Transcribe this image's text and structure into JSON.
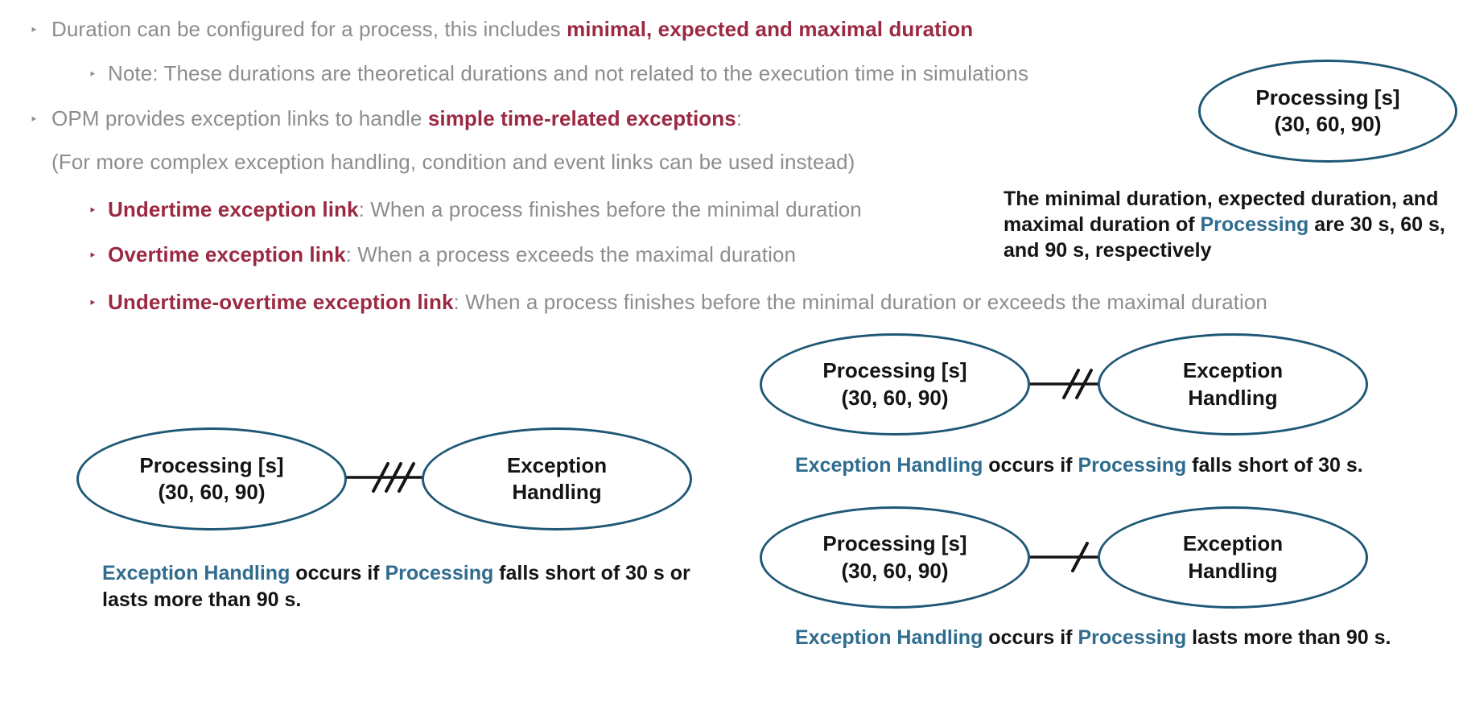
{
  "colors": {
    "gray": "#8d8d8d",
    "red": "#9b2942",
    "black": "#141414",
    "blue": "#2f6c8e",
    "ellipse_border": "#1f5876",
    "link": "#141414"
  },
  "bullets": {
    "marker_glyph": "‣",
    "lines": [
      {
        "marker": "gray",
        "segments": [
          {
            "t": "Duration can be configured for a process, this includes ",
            "c": "gray"
          },
          {
            "t": "minimal, expected and maximal duration",
            "c": "red",
            "b": true
          }
        ]
      },
      {
        "marker": "gray",
        "segments": [
          {
            "t": "Note: These durations are theoretical durations and not related to the execution time in simulations",
            "c": "gray"
          }
        ]
      },
      {
        "marker": "gray",
        "segments": [
          {
            "t": "OPM provides exception links to handle ",
            "c": "gray"
          },
          {
            "t": "simple time-related exceptions",
            "c": "red",
            "b": true
          },
          {
            "t": ":",
            "c": "gray"
          }
        ]
      },
      {
        "marker": null,
        "segments": [
          {
            "t": "(For more complex exception handling, condition and event links can be used instead)",
            "c": "gray"
          }
        ]
      },
      {
        "marker": "red",
        "segments": [
          {
            "t": "Undertime exception link",
            "c": "red",
            "b": true
          },
          {
            "t": ": When a process finishes before the minimal duration",
            "c": "gray"
          }
        ]
      },
      {
        "marker": "red",
        "segments": [
          {
            "t": "Overtime exception link",
            "c": "red",
            "b": true
          },
          {
            "t": ": When a process exceeds the maximal duration",
            "c": "gray"
          }
        ]
      },
      {
        "marker": "red",
        "segments": [
          {
            "t": "Undertime-overtime exception link",
            "c": "red",
            "b": true
          },
          {
            "t": ": When a process finishes before the minimal duration or exceeds the maximal duration",
            "c": "gray"
          }
        ]
      }
    ]
  },
  "reference_ellipse": {
    "line1": "Processing [s]",
    "line2": "(30, 60, 90)"
  },
  "reference_note": {
    "segments": [
      {
        "t": "The minimal duration, expected duration, and maximal duration of ",
        "c": "black"
      },
      {
        "t": "Processing",
        "c": "blue"
      },
      {
        "t": " are 30 s, 60 s, and 90 s, respectively",
        "c": "black"
      }
    ]
  },
  "diagrams": [
    {
      "process": {
        "line1": "Processing [s]",
        "line2": "(30, 60, 90)"
      },
      "handler": {
        "line1": "Exception",
        "line2": "Handling"
      },
      "slash_count": 3,
      "caption_lines": [
        [
          {
            "t": "Exception Handling",
            "c": "blue"
          },
          {
            "t": " occurs if ",
            "c": "black"
          },
          {
            "t": "Processing",
            "c": "blue"
          },
          {
            "t": " falls short of 30 s or",
            "c": "black"
          }
        ],
        [
          {
            "t": "lasts more than 90 s.",
            "c": "black"
          }
        ]
      ]
    },
    {
      "process": {
        "line1": "Processing [s]",
        "line2": "(30, 60, 90)"
      },
      "handler": {
        "line1": "Exception",
        "line2": "Handling"
      },
      "slash_count": 2,
      "caption_lines": [
        [
          {
            "t": "Exception Handling",
            "c": "blue"
          },
          {
            "t": " occurs if ",
            "c": "black"
          },
          {
            "t": "Processing",
            "c": "blue"
          },
          {
            "t": " falls short of 30 s.",
            "c": "black"
          }
        ]
      ]
    },
    {
      "process": {
        "line1": "Processing [s]",
        "line2": "(30, 60, 90)"
      },
      "handler": {
        "line1": "Exception",
        "line2": "Handling"
      },
      "slash_count": 1,
      "caption_lines": [
        [
          {
            "t": "Exception Handling",
            "c": "blue"
          },
          {
            "t": " occurs if ",
            "c": "black"
          },
          {
            "t": "Processing",
            "c": "blue"
          },
          {
            "t": " lasts more than 90 s.",
            "c": "black"
          }
        ]
      ]
    }
  ]
}
